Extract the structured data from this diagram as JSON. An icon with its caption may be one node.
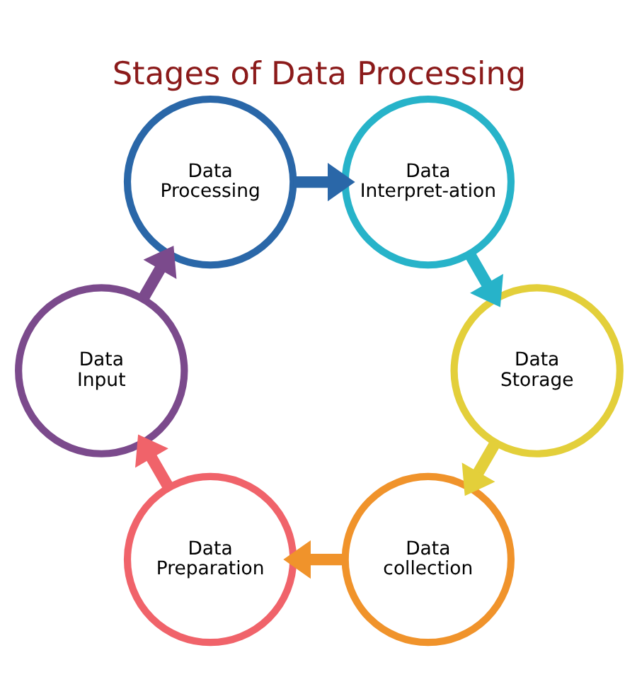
{
  "diagram": {
    "title": "Stages of Data Processing",
    "nodes": [
      {
        "text": [
          "Data collection"
        ]
      },
      {
        "text": [
          "Data Preparation"
        ]
      },
      {
        "text": [
          "Data Input"
        ]
      },
      {
        "text": [
          "Data Processing"
        ]
      },
      {
        "text": [
          "Data Interpret-ation"
        ]
      },
      {
        "text": [
          "Data Storage"
        ]
      }
    ],
    "edges": [
      {
        "from": 0,
        "to": 1,
        "arrow": "to",
        "color": "#f0932b"
      },
      {
        "from": 1,
        "to": 2,
        "arrow": "to",
        "color": "#f0636a"
      },
      {
        "from": 2,
        "to": 3,
        "arrow": "to",
        "color": "#7b4a8c"
      },
      {
        "from": 3,
        "to": 4,
        "arrow": "to",
        "color": "#2a67a8"
      },
      {
        "from": 4,
        "to": 5,
        "arrow": "to",
        "color": "#27b3c9"
      },
      {
        "from": 5,
        "to": 0,
        "arrow": "to",
        "color": "#e3cf3a"
      }
    ]
  }
}
